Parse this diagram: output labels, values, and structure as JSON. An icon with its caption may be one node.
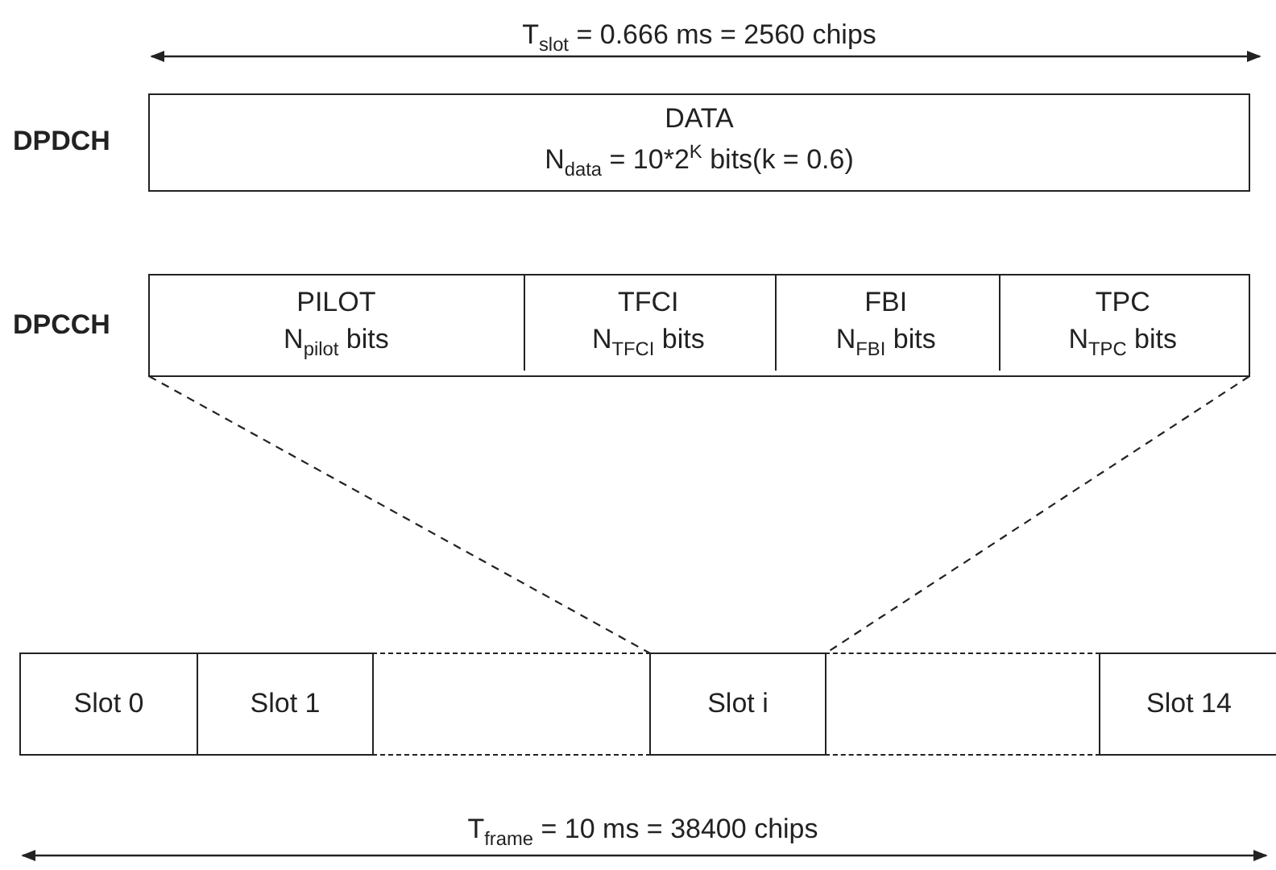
{
  "diagram": {
    "nodes": [
      {
        "text": [
          "DATA",
          "N$_{data}$ = 10*2$^{K}$ bits(k = 0.6)"
        ],
        "beside": [
          "DPDCH"
        ]
      },
      {
        "text": [],
        "shape": "box",
        "beside": [
          "DPCCH"
        ]
      },
      {
        "text": [
          "PILOT",
          "N$_{pilot}$ bits"
        ],
        "in": 1
      },
      {
        "text": [
          "TFCI",
          "N$_{TFCI}$ bits"
        ],
        "in": 1
      },
      {
        "text": [
          "FBI",
          "N$_{FBI}$ bits"
        ],
        "in": 1
      },
      {
        "text": [
          "TPC",
          "N$_{TPC}$ bits"
        ],
        "in": 1
      },
      {
        "text": [
          "Slot 0"
        ]
      },
      {
        "text": [
          "Slot 1"
        ]
      },
      {
        "text": [],
        "shape": "box"
      },
      {
        "text": [
          "Slot i"
        ]
      },
      {
        "text": [],
        "shape": "box"
      },
      {
        "text": [
          "Slot 14"
        ]
      }
    ],
    "edges": [
      {
        "from": 1,
        "to": 9,
        "arrow": "none",
        "style": "dashed"
      },
      {
        "from": 1,
        "to": 9,
        "arrow": "none",
        "style": "dashed"
      }
    ],
    "labels": [
      "T$_{slot}$ = 0.666 ms = 2560 chips",
      "T$_{frame}$ = 10 ms = 38400 chips"
    ]
  }
}
